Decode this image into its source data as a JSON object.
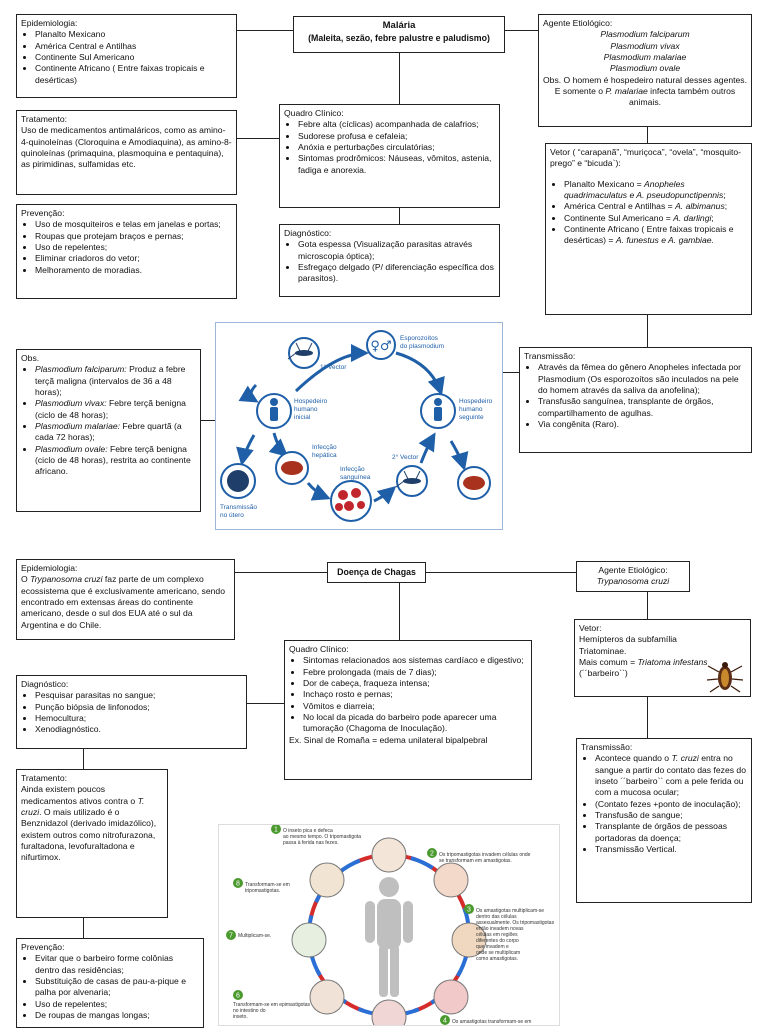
{
  "malaria": {
    "title": "Malária",
    "subtitle": "(Maleita, sezão, febre palustre e paludismo)",
    "epidemiologia": {
      "header": "Epidemiologia:",
      "items": [
        "Planalto Mexicano",
        "América Central e Antilhas",
        "Continente Sul Americano",
        "Continente Africano ( Entre faixas tropicais e desérticas)"
      ]
    },
    "agente": {
      "header": "Agente Etiológico:",
      "species": [
        "Plasmodium falciparum",
        "Plasmodium vivax",
        "Plasmodium malariae",
        "Plasmodium ovale"
      ],
      "obs_pre": "Obs. O homem é hospedeiro natural desses agentes. E somente o ",
      "obs_italic": "P. malariae",
      "obs_post": " infecta também outros animais."
    },
    "tratamento": {
      "header": "Tratamento:",
      "text": "Uso de medicamentos antimaláricos, como as amino-4-quinoleínas (Cloroquina e Amodiaquina), as amino-8-quinoleínas (primaquina, plasmoquina e pentaquina), as pirimidinas, sulfamidas etc."
    },
    "quadro": {
      "header": "Quadro Clínico:",
      "items": [
        "Febre alta (cíclicas) acompanhada de calafrios;",
        "Sudorese profusa e cefaleia;",
        "Anóxia e perturbações circulatórias;",
        "Sintomas prodrômicos: Náuseas, vômitos, astenia, fadiga e anorexia."
      ]
    },
    "vetor": {
      "header": "Vetor ( “carapanã”, “muriçoca”, “ovela”, “mosquito-prego” e “bicuda`):",
      "items": [
        {
          "pre": "Planalto Mexicano = ",
          "it": "Anopheles quadrimaculatus e A. pseudopunctipennis",
          "post": ";"
        },
        {
          "pre": "América Central e Antilhas = ",
          "it": "A. albimanus",
          "post": ";"
        },
        {
          "pre": "Continente Sul Americano = ",
          "it": "A. darlingi",
          "post": ";"
        },
        {
          "pre": "Continente Africano ( Entre faixas tropicais e desérticas) = ",
          "it": "A. funestus e A. gambiae.",
          "post": ""
        }
      ]
    },
    "prevencao": {
      "header": "Prevenção:",
      "items": [
        "Uso de mosquiteiros e telas em janelas e portas;",
        "Roupas que protejam braços e pernas;",
        "Uso de repelentes;",
        "Eliminar criadoros do vetor;",
        "Melhoramento de moradias."
      ]
    },
    "diagnostico": {
      "header": "Diagnóstico:",
      "items": [
        "Gota espessa (Visualização parasitas através microscopia óptica);",
        "Esfregaço delgado (P/ diferenciação específica dos parasitos)."
      ]
    },
    "obs": {
      "header": "Obs.",
      "items": [
        {
          "it": "Plasmodium falciparum:",
          "text": " Produz a febre terçã maligna (intervalos de 36 a 48 horas);"
        },
        {
          "it": "Plasmodium vivax:",
          "text": " Febre terçã benigna (ciclo de 48 horas);"
        },
        {
          "it": "Plasmodium malariae:",
          "text": " Febre quartã (a cada 72 horas);"
        },
        {
          "it": "Plasmodium ovale:",
          "text": " Febre terçã benigna (ciclo de 48 horas), restrita ao continente africano."
        }
      ]
    },
    "transmissao": {
      "header": "Transmissão:",
      "items": [
        "Através da fêmea do gênero Anopheles infectada por Plasmodium (Os esporozoítos são inculados na pele do homem através da saliva da anofelina);",
        "Transfusão sanguínea, transplante de órgãos, compartilhamento de agulhas.",
        "Via congênita (Raro)."
      ]
    },
    "cycle": {
      "esporozoitos": "Esporozoítos do plasmodium",
      "vetor1": "1° Vector",
      "hosp_inicial": "Hospedeiro humano inicial",
      "hosp_seguinte": "Hospedeiro humano seguinte",
      "inf_hepatica": "Infecção hepática",
      "inf_sanguinea": "Infecção sanguínea",
      "vetor2": "2° Vector",
      "transmissao_utero": "Transmissão no útero"
    }
  },
  "chagas": {
    "title": "Doença de Chagas",
    "epidemiologia": {
      "header": "Epidemiologia:",
      "pre": "O ",
      "it": "Trypanosoma cruzi",
      "post": " faz parte de um complexo ecossistema que é exclusivamente americano, sendo encontrado em extensas áreas do continente americano, desde o sul dos EUA até o sul da Argentina e do Chile."
    },
    "agente": {
      "header": "Agente Etiológico:",
      "species": "Trypanosoma cruzi"
    },
    "vetor": {
      "header": "Vetor:",
      "line1": "Hemípteros da subfamília Triatominae.",
      "pre": "Mais comum = ",
      "it": "Triatoma infestans",
      "post": "(´´barbeiro``)"
    },
    "quadro": {
      "header": "Quadro Clínico:",
      "items": [
        "Sintomas relacionados aos sistemas cardíaco e digestivo;",
        "Febre prolongada (mais de 7 dias);",
        "Dor de cabeça, fraqueza intensa;",
        "Inchaço rosto e pernas;",
        "Vômitos e diarreia;",
        "No local da picada do barbeiro pode aparecer uma tumoração (Chagoma de Inoculação)."
      ],
      "footer": "Ex. Sinal de Romaña = edema unilateral bipalpebral"
    },
    "diagnostico": {
      "header": "Diagnóstico:",
      "items": [
        "Pesquisar parasitas no sangue;",
        "Punção biópsia de linfonodos;",
        "Hemocultura;",
        "Xenodiagnóstico."
      ]
    },
    "tratamento": {
      "header": "Tratamento:",
      "pre": "Ainda existem poucos medicamentos ativos contra o ",
      "it": "T. cruzi",
      "post": ". O mais utilizado é o Benznidazol (derivado imidazólico), existem outros como nitrofurazona, furaltadona, levofuraltadona e nifurtimox."
    },
    "transmissao": {
      "header": "Transmissão:",
      "items": [
        {
          "pre": "Acontece quando o ",
          "it": "T. cruzi",
          "post": " entra no sangue a partir do contato das fezes do inseto ´´barbeiro`` com a pele ferida ou com a  mucosa ocular;"
        },
        {
          "pre": "(Contato fezes +ponto de inoculação);",
          "it": "",
          "post": ""
        },
        {
          "pre": "Transfusão de sangue;",
          "it": "",
          "post": ""
        },
        {
          "pre": "Transplante de órgãos de pessoas portadoras da doença;",
          "it": "",
          "post": ""
        },
        {
          "pre": "Transmissão Vertical.",
          "it": "",
          "post": ""
        }
      ]
    },
    "prevencao": {
      "header": "Prevenção:",
      "items": [
        "Evitar que o barbeiro forme colônias dentro das residências;",
        "Substituição de casas de pau-a-pique e palha por alvenaria;",
        "Uso de repelentes;",
        "De roupas de mangas longas;"
      ]
    },
    "cycle": {
      "s1": "O inseto pica e defeca ao mesmo tempo. O tripomastigota passa à ferida nas fezes.",
      "s2": "Os tripomastigotas invadem células onde se transformam em amastigotas.",
      "s3": "Os amastigotas multiplicam-se dentro das células assexualmente. Os tripomastigotas então invadem novas células em regiões diferentes do corpo que invadem e onde se multiplicam como amastigotas.",
      "s4": "Os amastigotas transformam-se em",
      "s6": "Transformam-se em epimastigotas no intestino do inseto.",
      "s7": "Multiplicam-se.",
      "s8": "Transformam-se em tripomastigotas."
    }
  }
}
